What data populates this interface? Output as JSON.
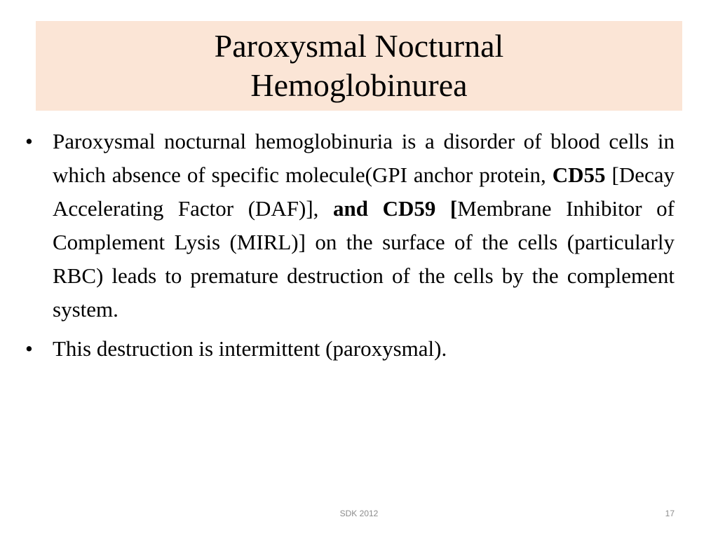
{
  "slide": {
    "title_line_1": "Paroxysmal Nocturnal",
    "title_line_2": "Hemoglobinurea",
    "bullet_symbol": "•",
    "bullet_1": {
      "part_1": "Paroxysmal nocturnal hemoglobinuria is a  disorder of blood cells in which  absence of specific molecule(GPI anchor protein, ",
      "bold_1": "CD55",
      "part_2": " [Decay Accelerating Factor (DAF)], ",
      "bold_2": "and CD59 [",
      "part_3": "Membrane Inhibitor of Complement Lysis (MIRL)] on the surface of the cells (particularly RBC) leads to premature destruction of the cells by the complement system."
    },
    "bullet_2": "This destruction is intermittent (paroxysmal).",
    "footer_text": "SDK 2012",
    "page_number": "17"
  },
  "colors": {
    "title_background": "#fbe5d6",
    "text": "#000000",
    "footer": "#8c8c8c"
  }
}
